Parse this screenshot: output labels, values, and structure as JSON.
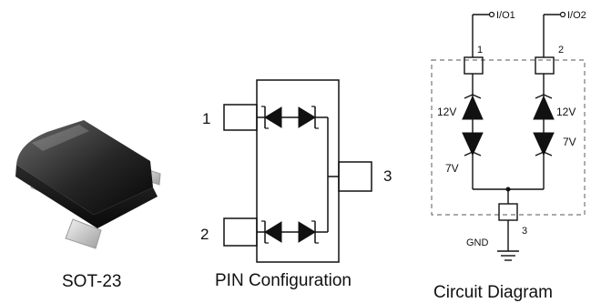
{
  "captions": {
    "package": "SOT-23",
    "pin_configuration": "PIN Configuration",
    "circuit_diagram": "Circuit Diagram"
  },
  "pin_configuration": {
    "pin_1": "1",
    "pin_2": "2",
    "pin_3": "3"
  },
  "circuit": {
    "io1_label": "I/O1",
    "io2_label": "I/O2",
    "pin_1": "1",
    "pin_2": "2",
    "pin_3": "3",
    "left_top_voltage": "12V",
    "left_bottom_voltage": "7V",
    "right_top_voltage": "12V",
    "right_bottom_voltage": "7V",
    "gnd_label": "GND"
  },
  "colors": {
    "package_body": "#1a1a1a",
    "package_leads": "#d8d8d8",
    "line": "#111111",
    "dashed_box": "#777777"
  }
}
